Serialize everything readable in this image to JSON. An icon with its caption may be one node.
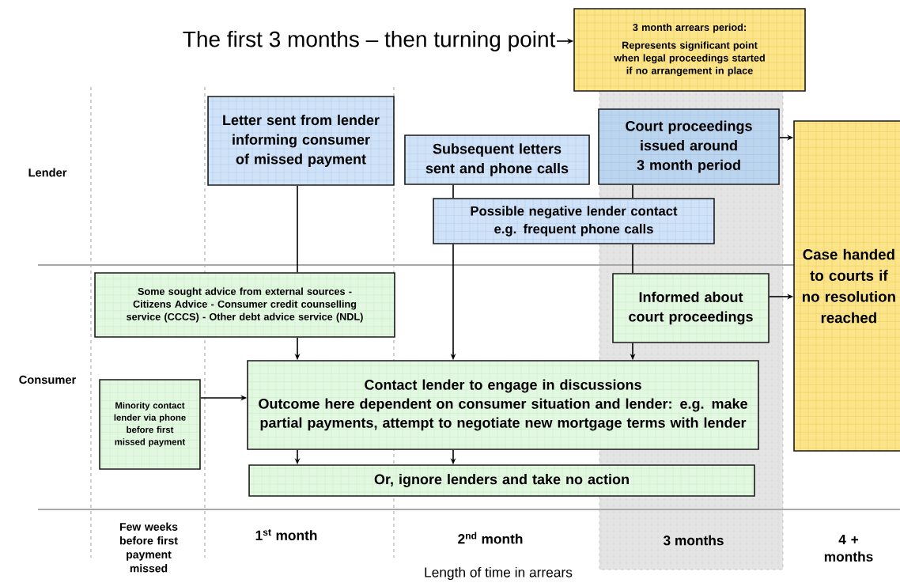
{
  "diagram": {
    "nodes": [
      {
        "text": [
          "The first 3 months – then turning point"
        ]
      },
      {
        "text": [
          "3 month arrears period:",
          "Represents significant point when legal proceedings started if no arrangement in place"
        ]
      },
      {
        "text": [
          "Letter sent from lender informing consumer of missed payment"
        ]
      },
      {
        "text": [
          "Subsequent letters sent and phone calls"
        ]
      },
      {
        "text": [
          "Court proceedings issued around 3 month period"
        ]
      },
      {
        "text": [
          "Possible negative lender contact e.g. frequent phone calls"
        ]
      },
      {
        "text": [
          "Case handed to courts if no resolution reached"
        ]
      },
      {
        "text": [
          "Some sought advice from external sources - Citizens Advice - Consumer credit counselling service (CCCS) - Other debt advice service (NDL)"
        ]
      },
      {
        "text": [
          "Informed about court proceedings"
        ]
      },
      {
        "text": [
          "Minority contact lender via phone before first missed payment"
        ]
      },
      {
        "text": [
          "Contact lender to engage in discussions",
          "Outcome here dependent on consumer situation and lender: e.g. make partial payments, attempt to negotiate new mortgage terms with lender"
        ]
      },
      {
        "text": [
          "Or, ignore lenders and take no action"
        ]
      }
    ],
    "edges": [
      {
        "from": 0,
        "to": 1,
        "arrow": "to"
      },
      {
        "from": 2,
        "to": 7,
        "arrow": "none"
      },
      {
        "from": 7,
        "to": 10,
        "arrow": "to"
      },
      {
        "from": 3,
        "to": 5,
        "arrow": "none"
      },
      {
        "from": 5,
        "to": 10,
        "arrow": "to"
      },
      {
        "from": 4,
        "to": 5,
        "arrow": "none"
      },
      {
        "from": 5,
        "to": 8,
        "arrow": "none"
      },
      {
        "from": 8,
        "to": 10,
        "arrow": "to"
      },
      {
        "from": 4,
        "to": 6,
        "arrow": "to"
      },
      {
        "from": 8,
        "to": 6,
        "arrow": "to"
      },
      {
        "from": 9,
        "to": 10,
        "arrow": "to"
      },
      {
        "from": 10,
        "to": 11,
        "arrow": "to"
      },
      {
        "from": 10,
        "to": 11,
        "arrow": "to"
      }
    ],
    "labels": [
      "Lender",
      "Consumer",
      "Few weeks before first payment missed",
      "1$^{st}$ month",
      "2$^{nd}$ month",
      "3 months",
      "4 + months",
      "Length of time in arrears"
    ]
  }
}
